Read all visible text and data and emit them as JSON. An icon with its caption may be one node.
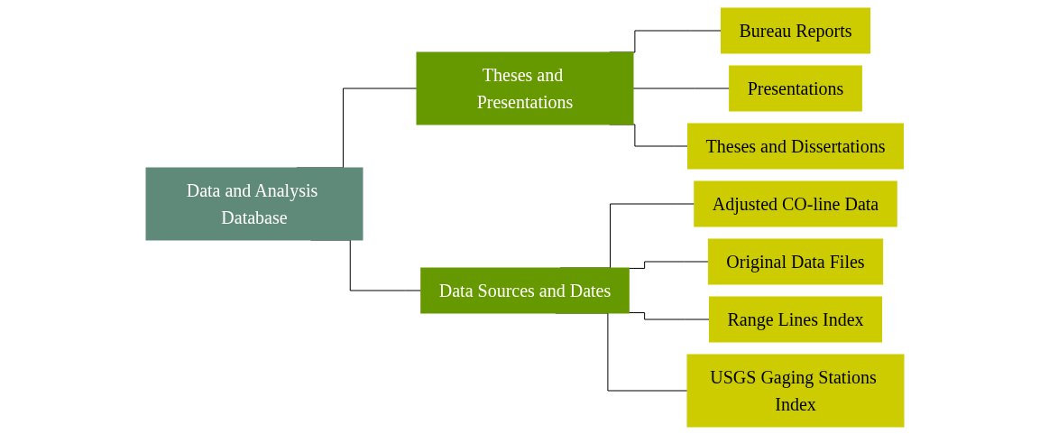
{
  "diagram": {
    "nodes": [
      {
        "text": [
          "Data and Analysis Database"
        ]
      },
      {
        "text": [
          "Theses and Presentations"
        ]
      },
      {
        "text": [
          "Bureau Reports"
        ]
      },
      {
        "text": [
          "Presentations"
        ]
      },
      {
        "text": [
          "Theses and Dissertations"
        ]
      },
      {
        "text": [
          "Data Sources and Dates"
        ]
      },
      {
        "text": [
          "Adjusted CO-line Data"
        ]
      },
      {
        "text": [
          "Original Data Files"
        ]
      },
      {
        "text": [
          "Range Lines Index"
        ]
      },
      {
        "text": [
          "USGS Gaging Stations Index"
        ]
      }
    ],
    "edges": [
      {
        "from": 0,
        "to": 1,
        "arrow": "none"
      },
      {
        "from": 1,
        "to": 2,
        "arrow": "none"
      },
      {
        "from": 1,
        "to": 3,
        "arrow": "none"
      },
      {
        "from": 1,
        "to": 4,
        "arrow": "none"
      },
      {
        "from": 0,
        "to": 5,
        "arrow": "none"
      },
      {
        "from": 5,
        "to": 6,
        "arrow": "none"
      },
      {
        "from": 5,
        "to": 7,
        "arrow": "none"
      },
      {
        "from": 5,
        "to": 8,
        "arrow": "none"
      },
      {
        "from": 5,
        "to": 9,
        "arrow": "none"
      }
    ]
  }
}
